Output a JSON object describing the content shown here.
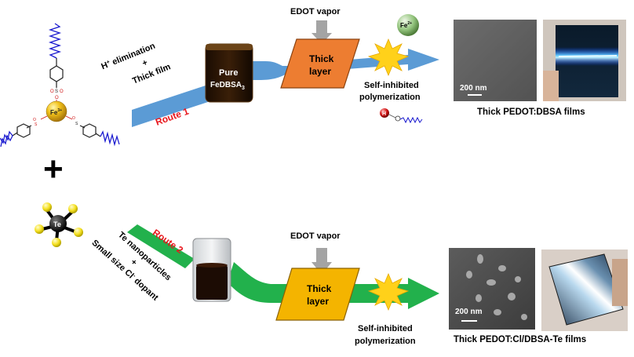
{
  "molecule": {
    "center_label": "Fe",
    "center_charge": "3+",
    "substituent_labels": [
      "O",
      "S",
      "O",
      "O"
    ],
    "plus_sign": "+",
    "te_label": "Te"
  },
  "route1": {
    "label": "Route 1",
    "label_color": "#e8161c",
    "steps": [
      "H",
      "+",
      " elimination",
      "+",
      "Thick film"
    ],
    "step_line1_main": "H",
    "step_line1_sup": "+",
    "step_line1_rest": " elimination",
    "step_line2": "+",
    "step_line3": "Thick film",
    "beaker_line1": "Pure",
    "beaker_line2_main": "FeDBSA",
    "beaker_line2_sub": "3",
    "vapor_label": "EDOT vapor",
    "layer_line1": "Thick",
    "layer_line2": "layer",
    "fe_ball_main": "Fe",
    "fe_ball_sup": "2+",
    "h_ball_label": "H",
    "process_line1": "Self-inhibited",
    "process_line2": "polymerization",
    "scale_label": "200 nm",
    "caption": "Thick PEDOT:DBSA films",
    "arrow_color": "#5b9bd5"
  },
  "route2": {
    "label": "Route 2",
    "label_color": "#e8161c",
    "step_line1": "Te nanoparticles",
    "step_line2": "+",
    "step_line3_main": "Small size Cl",
    "step_line3_sup": "-",
    "step_line3_rest": " dopant",
    "vapor_label": "EDOT vapor",
    "layer_line1": "Thick",
    "layer_line2": "layer",
    "process_line1": "Self-inhibited",
    "process_line2": "polymerization",
    "scale_label": "200 nm",
    "caption": "Thick PEDOT:Cl/DBSA-Te films",
    "arrow_color": "#22b14c"
  }
}
